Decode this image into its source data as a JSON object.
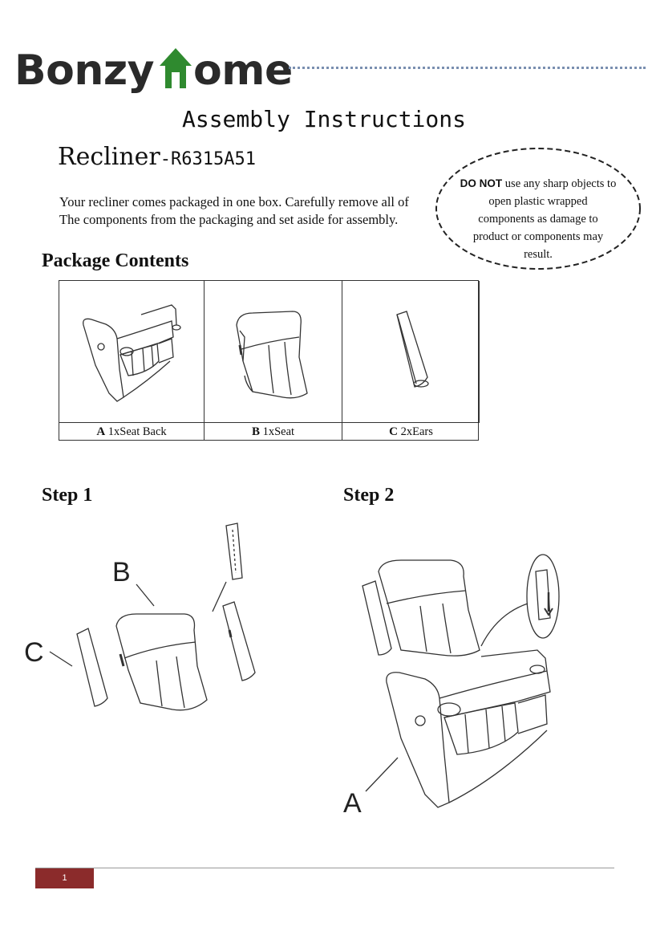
{
  "header": {
    "brand_part1": "Bonzy",
    "brand_part2": "ome",
    "title": "Assembly Instructions",
    "product_name": "Recliner",
    "product_code": "-R6315A51"
  },
  "intro": {
    "line1": "Your recliner comes packaged in one box. Carefully remove all of",
    "line2": "The components from the packaging and set aside for assembly."
  },
  "warning": {
    "strong": "DO NOT",
    "line1": " use any sharp objects to",
    "line2": "open plastic wrapped",
    "line3": "components as damage to",
    "line4": "product or components may",
    "line5": "result."
  },
  "package": {
    "heading": "Package Contents",
    "items": [
      {
        "letter": "A",
        "label": " 1xSeat Back"
      },
      {
        "letter": "B",
        "label": " 1xSeat"
      },
      {
        "letter": "C",
        "label": "  2xEars"
      }
    ]
  },
  "steps": {
    "step1_heading": "Step 1",
    "step2_heading": "Step 2",
    "step1_labels": {
      "b": "B",
      "c": "C"
    },
    "step2_labels": {
      "a": "A"
    }
  },
  "footer": {
    "page_number": "1"
  },
  "colors": {
    "brand_green": "#2f8a2f",
    "footer_red": "#8b2b2b",
    "dots_blue": "#7a8fb0"
  }
}
